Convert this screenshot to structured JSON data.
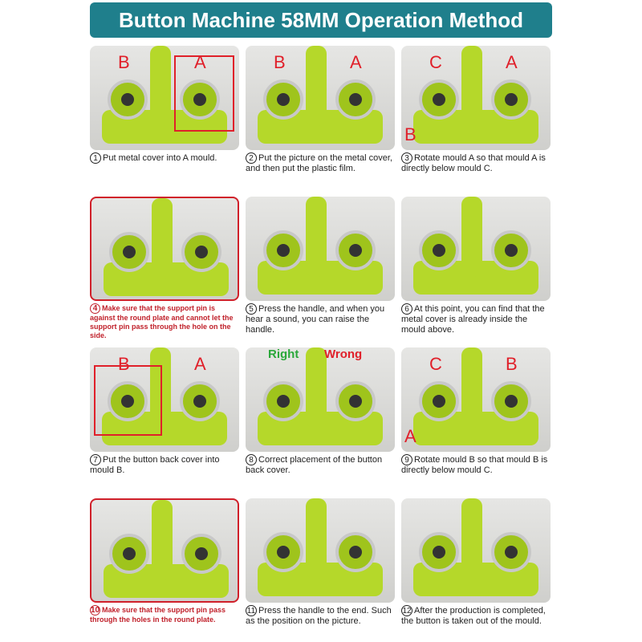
{
  "title": "Button Machine 58MM Operation Method",
  "colors": {
    "banner": "#1f7f8c",
    "machine": "#b5d82a",
    "warning": "#c0202a"
  },
  "steps": [
    {
      "num": "1",
      "text": "Put metal cover into A mould.",
      "labels": [
        "B",
        "A"
      ],
      "warning": false
    },
    {
      "num": "2",
      "text": "Put the picture on the metal cover, and then put the plastic film.",
      "labels": [
        "B",
        "A"
      ],
      "warning": false
    },
    {
      "num": "3",
      "text": "Rotate mould A so that mould A is directly below mould C.",
      "labels": [
        "C",
        "A",
        "B"
      ],
      "warning": false
    },
    {
      "num": "4",
      "text": "Make sure that the support pin is against the round plate and cannot let the support pin pass through the hole on the side.",
      "labels": [],
      "warning": true
    },
    {
      "num": "5",
      "text": "Press the handle, and when you hear a sound, you can raise the handle.",
      "labels": [],
      "warning": false
    },
    {
      "num": "6",
      "text": "At this point, you can find that the metal cover is already inside the mould above.",
      "labels": [],
      "warning": false
    },
    {
      "num": "7",
      "text": "Put the button back cover into mould B.",
      "labels": [
        "B",
        "A"
      ],
      "warning": false
    },
    {
      "num": "8",
      "text": "Correct placement of the button back cover.",
      "labels": [
        "Right",
        "Wrong"
      ],
      "warning": false
    },
    {
      "num": "9",
      "text": "Rotate mould B so that mould B is directly below mould C.",
      "labels": [
        "C",
        "B",
        "A"
      ],
      "warning": false
    },
    {
      "num": "10",
      "text": "Make sure that the support pin pass through the holes in the round plate.",
      "labels": [],
      "warning": true
    },
    {
      "num": "11",
      "text": "Press the handle to the end. Such as the position on the picture.",
      "labels": [],
      "warning": false
    },
    {
      "num": "12",
      "text": "After the production is completed, the button is taken out of the mould.",
      "labels": [],
      "warning": false
    }
  ]
}
